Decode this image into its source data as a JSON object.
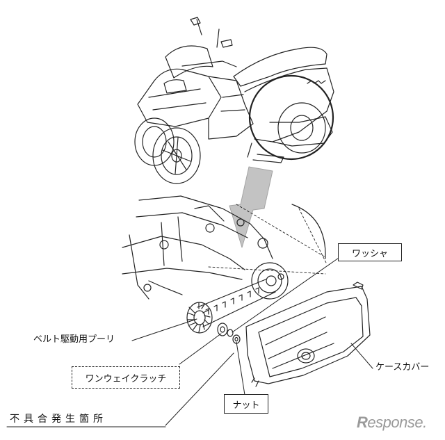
{
  "labels": {
    "washer": "ワッシャ",
    "belt_pulley": "ベルト駆動用プーリ",
    "one_way_clutch": "ワンウェイクラッチ",
    "case_cover": "ケースカバー",
    "nut": "ナット",
    "defect_location": "不具合発生箇所"
  },
  "watermark": {
    "r": "R",
    "rest": "esponse."
  },
  "colors": {
    "line": "#222222",
    "arrow": "#b5b5b5",
    "watermark": "#9a9a9a"
  }
}
